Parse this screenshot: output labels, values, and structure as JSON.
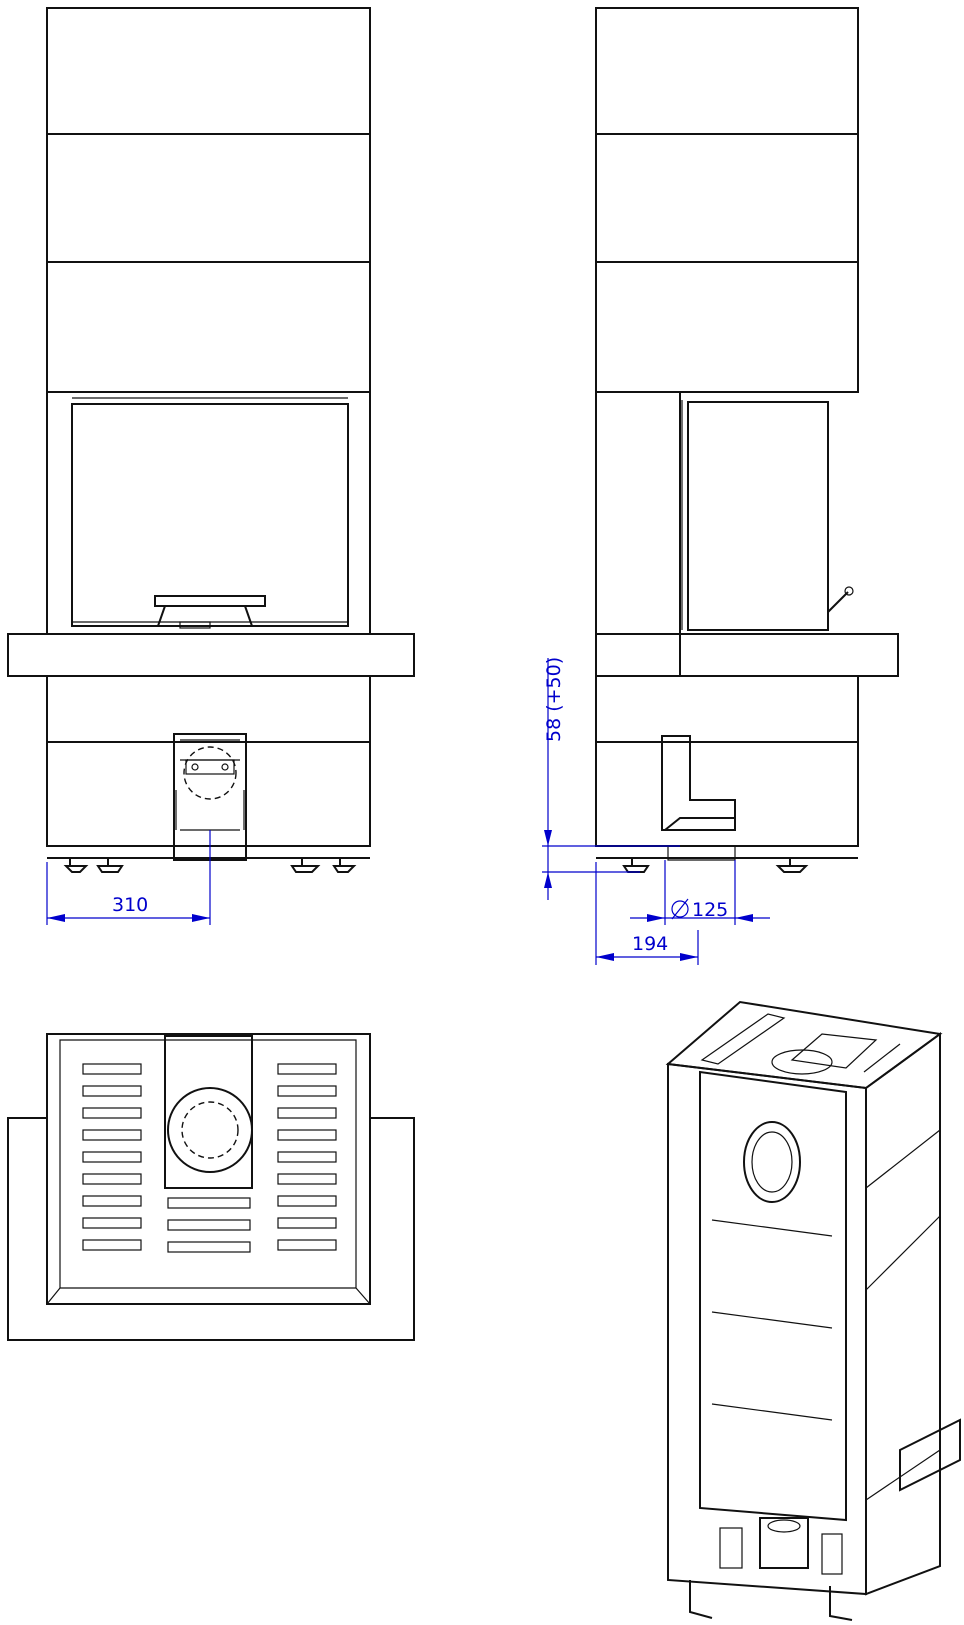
{
  "colors": {
    "outline": "#111111",
    "dimension": "#0000cc",
    "background": "#ffffff"
  },
  "views": {
    "front": {
      "dimensions": {
        "width_label": "310"
      }
    },
    "side": {
      "dimensions": {
        "height_label": "58 (+50)",
        "diameter_label": "125",
        "offset_label": "194"
      }
    },
    "top": {},
    "isometric": {}
  }
}
